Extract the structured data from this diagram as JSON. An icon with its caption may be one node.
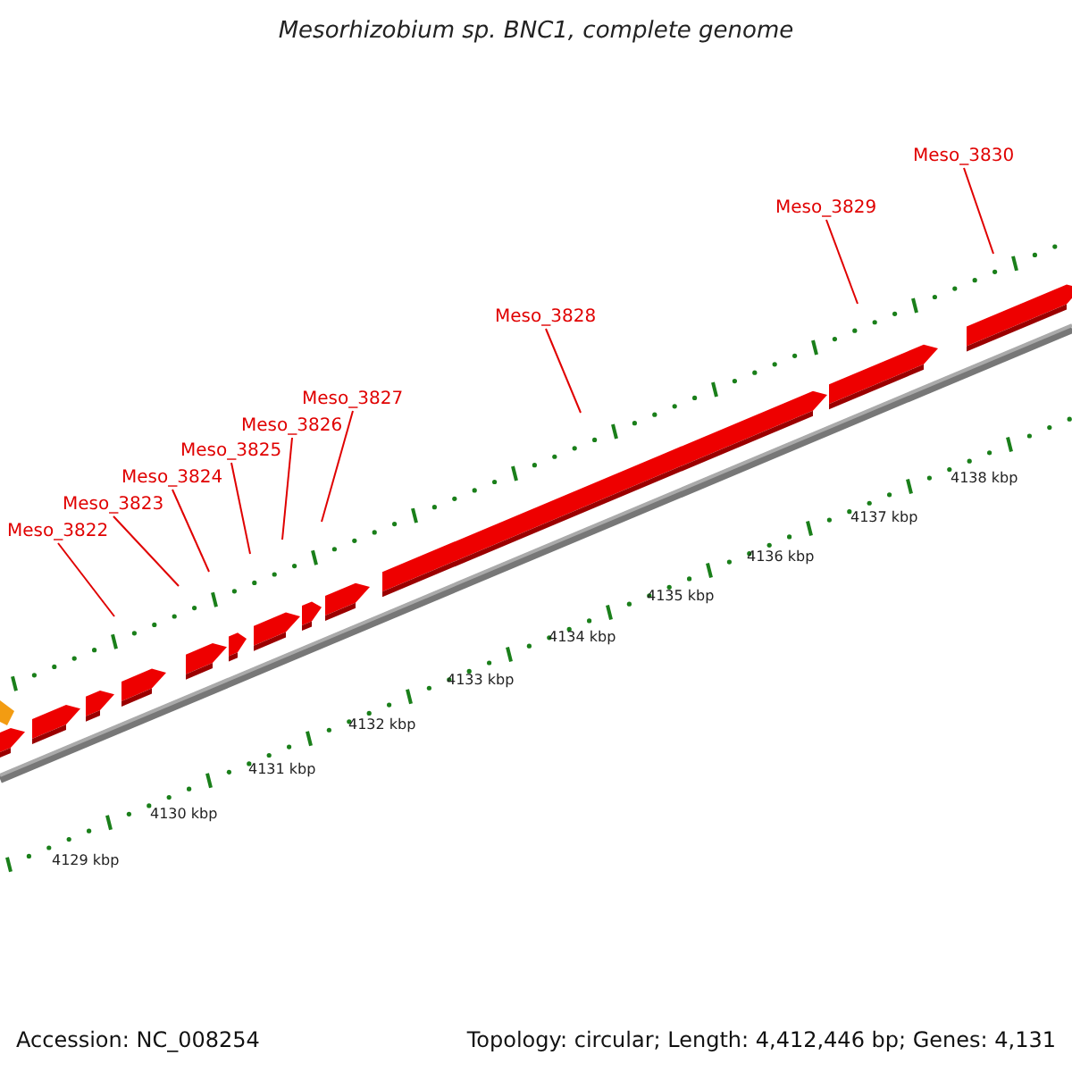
{
  "diagram": {
    "title": "Mesorhizobium sp. BNC1, complete genome",
    "nodes": [
      {
        "text": [
          "Meso_3822"
        ]
      },
      {
        "text": [
          "Meso_3823"
        ]
      },
      {
        "text": [
          "Meso_3824"
        ]
      },
      {
        "text": [
          "Meso_3825"
        ]
      },
      {
        "text": [
          "Meso_3826"
        ]
      },
      {
        "text": [
          "Meso_3827"
        ]
      },
      {
        "text": [
          "Meso_3828"
        ]
      },
      {
        "text": [
          "Meso_3829"
        ]
      },
      {
        "text": [
          "Meso_3830"
        ]
      }
    ],
    "edges": [
      {
        "from": 0,
        "to": null,
        "arrow": "none"
      },
      {
        "from": 1,
        "to": null,
        "arrow": "none"
      },
      {
        "from": 2,
        "to": null,
        "arrow": "none"
      },
      {
        "from": 3,
        "to": null,
        "arrow": "none"
      },
      {
        "from": 4,
        "to": null,
        "arrow": "none"
      },
      {
        "from": 5,
        "to": null,
        "arrow": "none"
      },
      {
        "from": 6,
        "to": null,
        "arrow": "none"
      },
      {
        "from": 7,
        "to": null,
        "arrow": "none"
      },
      {
        "from": 8,
        "to": null,
        "arrow": "none"
      }
    ],
    "labels": [
      "4138 kbp",
      "4137 kbp",
      "4136 kbp",
      "4135 kbp",
      "4134 kbp",
      "4133 kbp",
      "4132 kbp",
      "4131 kbp",
      "4130 kbp",
      "4129 kbp",
      "Accession: NC_008254",
      "Topology: circular; Length: 4,412,446 bp; Genes: 4,131"
    ]
  }
}
